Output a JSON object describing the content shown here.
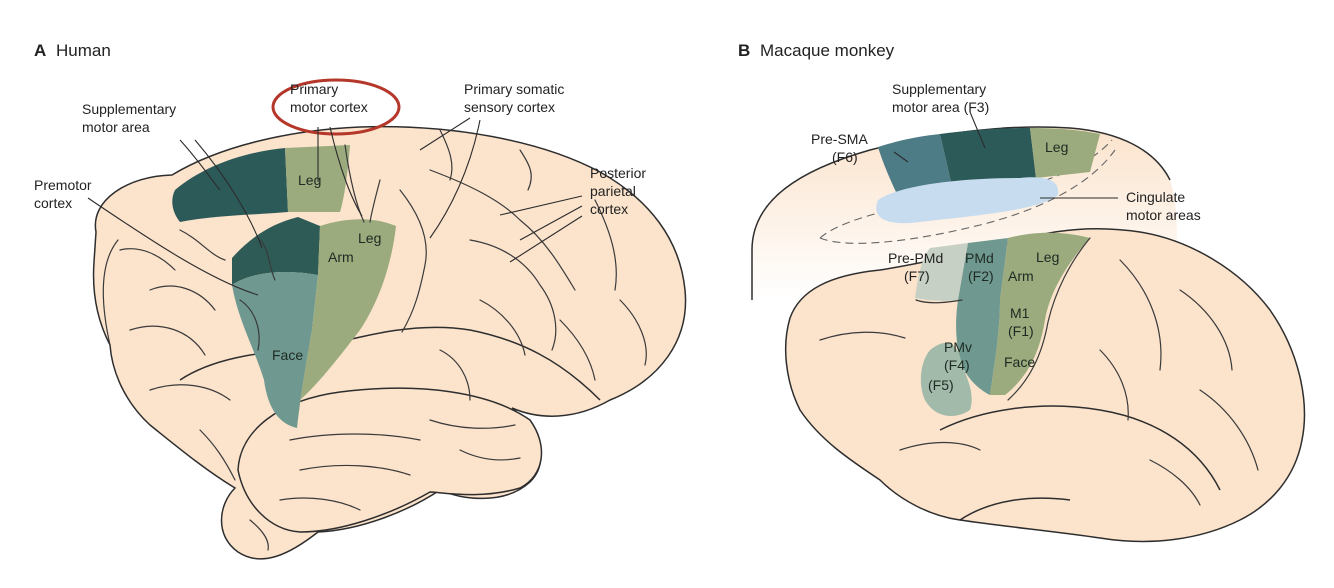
{
  "panel_a": {
    "letter": "A",
    "title": "Human",
    "labels": {
      "primary_motor_line1": "Primary",
      "primary_motor_line2": "motor cortex",
      "primary_somatic_line1": "Primary somatic",
      "primary_somatic_line2": "sensory cortex",
      "supplementary_line1": "Supplementary",
      "supplementary_line2": "motor area",
      "premotor_line1": "Premotor",
      "premotor_line2": "cortex",
      "posterior_line1": "Posterior",
      "posterior_line2": "parietal",
      "posterior_line3": "cortex",
      "leg_top": "Leg",
      "leg_lateral": "Leg",
      "arm": "Arm",
      "face": "Face"
    }
  },
  "panel_b": {
    "letter": "B",
    "title": "Macaque monkey",
    "labels": {
      "pre_sma_line1": "Pre-SMA",
      "pre_sma_line2": "(F6)",
      "sma_line1": "Supplementary",
      "sma_line2": "motor area (F3)",
      "leg_top": "Leg",
      "cingulate_line1": "Cingulate",
      "cingulate_line2": "motor areas",
      "leg_lateral": "Leg",
      "pre_pmd_line1": "Pre-PMd",
      "pre_pmd_line2": "(F7)",
      "pmd_line1": "PMd",
      "pmd_line2": "(F2)",
      "arm": "Arm",
      "m1_line1": "M1",
      "m1_line2": "(F1)",
      "pmv_line1": "PMv",
      "pmv_line2": "(F4)",
      "face": "Face",
      "f5": "(F5)"
    }
  },
  "colors": {
    "brain": "#fbe3cc",
    "outline": "#2e2e2e",
    "sma_dark": "#2c5a59",
    "premotor": "#6f9990",
    "premotor_dark": "#2f5b56",
    "motor_green": "#9bab7e",
    "pre_sma": "#4d7c86",
    "pre_pmd": "#c7d0c4",
    "pmv": "#a2baaa",
    "cingulate": "#c8dcef",
    "highlight_ring": "#b5372a"
  }
}
